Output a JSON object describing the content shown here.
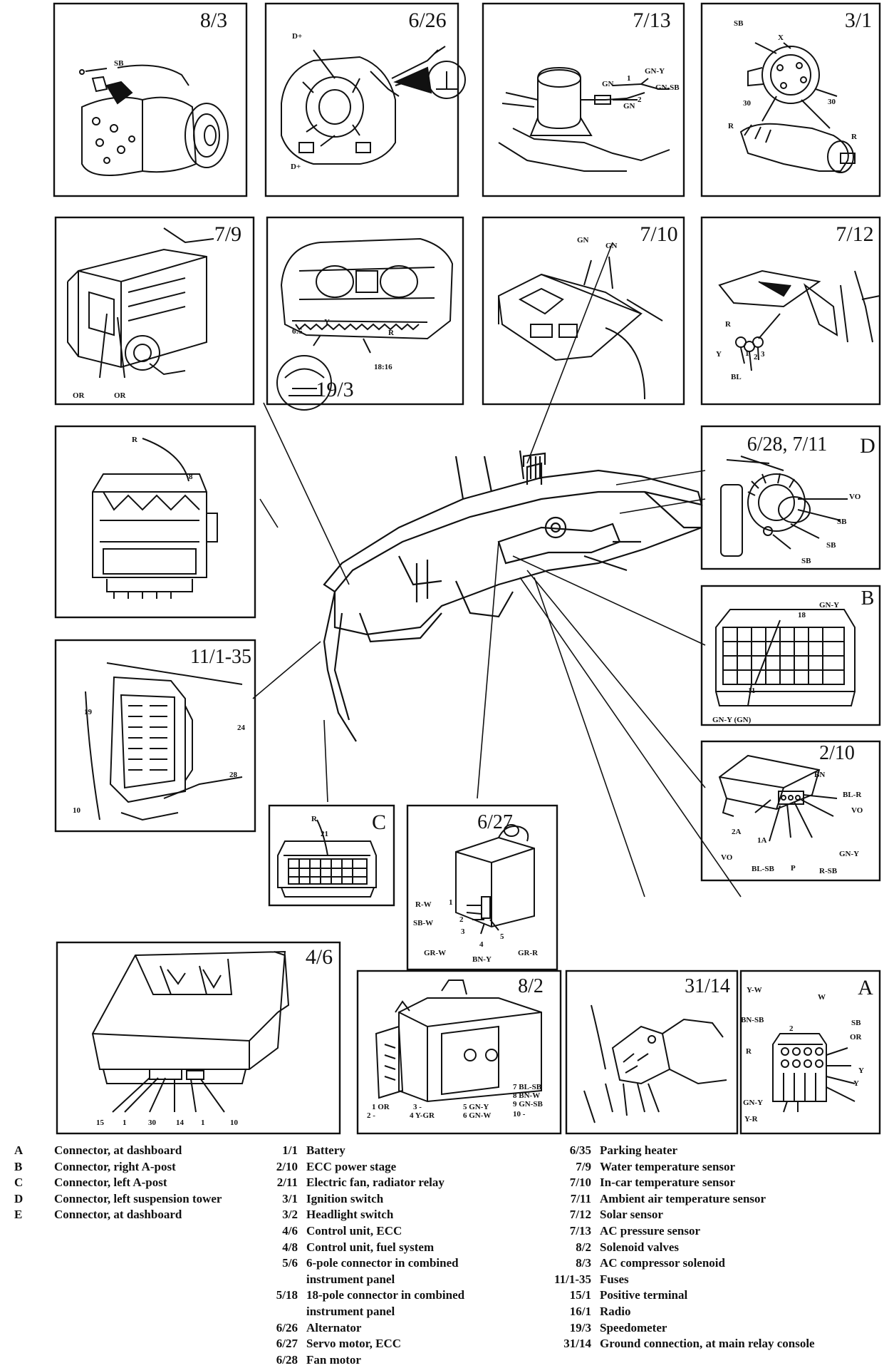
{
  "panels": [
    {
      "id": "8-3",
      "title": "8/3",
      "labels": [
        "SB"
      ]
    },
    {
      "id": "6-26",
      "title": "6/26",
      "labels": [
        "D+",
        "D+"
      ]
    },
    {
      "id": "7-13",
      "title": "7/13",
      "labels": [
        "GN-Y",
        "1",
        "GN",
        "GN-SB",
        "GN",
        "2"
      ]
    },
    {
      "id": "3-1",
      "title": "3/1",
      "labels": [
        "SB",
        "X",
        "30",
        "R",
        "30",
        "R"
      ]
    },
    {
      "id": "7-9",
      "title": "7/9",
      "labels": [
        "OR",
        "OR"
      ]
    },
    {
      "id": "19-3",
      "title": "19/3",
      "labels": [
        "6:5",
        "Y",
        "R",
        "18:16"
      ]
    },
    {
      "id": "7-10",
      "title": "7/10",
      "labels": [
        "GN",
        "GN"
      ]
    },
    {
      "id": "7-12",
      "title": "7/12",
      "labels": [
        "R",
        "Y",
        "BL",
        "1",
        "2",
        "3"
      ]
    },
    {
      "id": "D",
      "title": "D",
      "labels": [
        "R",
        "8"
      ]
    },
    {
      "id": "6-28",
      "title": "6/28, 7/11",
      "labels": [
        "VO",
        "SB",
        "SB",
        "SB"
      ]
    },
    {
      "id": "B",
      "title": "B",
      "labels": [
        "GN-Y",
        "18",
        "11",
        "GN-Y (GN)"
      ]
    },
    {
      "id": "11-1-35",
      "title": "11/1-35",
      "labels": [
        "19",
        "24",
        "28",
        "10"
      ]
    },
    {
      "id": "2-10",
      "title": "2/10",
      "labels": [
        "BN",
        "BL-R",
        "VO",
        "GN-Y",
        "R-SB",
        "P",
        "BL-SB",
        "VO",
        "1A",
        "2A"
      ]
    },
    {
      "id": "C",
      "title": "C",
      "labels": [
        "R",
        "21"
      ]
    },
    {
      "id": "6-27",
      "title": "6/27",
      "labels": [
        "R-W",
        "1",
        "SB-W",
        "2",
        "3",
        "GR-W",
        "4",
        "BN-Y",
        "5",
        "GR-R"
      ]
    },
    {
      "id": "4-6",
      "title": "4/6",
      "labels": [
        "15",
        "1",
        "30",
        "14",
        "1",
        "10"
      ]
    },
    {
      "id": "8-2",
      "title": "8/2",
      "labels": [
        "1 OR",
        "2 -",
        "3 -",
        "4 Y-GR",
        "5 GN-Y",
        "6 GN-W",
        "7 BL-SB",
        "8 BN-W",
        "9 GN-SB",
        "10 -"
      ]
    },
    {
      "id": "31-14",
      "title": "31/14",
      "labels": []
    },
    {
      "id": "A",
      "title": "A",
      "labels": [
        "Y-W",
        "W",
        "BN-SB",
        "2",
        "SB",
        "OR",
        "R",
        "Y",
        "Y",
        "GN-Y",
        "Y-R"
      ]
    }
  ],
  "legend_left": [
    {
      "code": "A",
      "desc": "Connector, at dashboard"
    },
    {
      "code": "B",
      "desc": "Connector, right A-post"
    },
    {
      "code": "C",
      "desc": "Connector, left A-post"
    },
    {
      "code": "D",
      "desc": "Connector, left suspension tower"
    },
    {
      "code": "E",
      "desc": "Connector, at dashboard"
    }
  ],
  "legend_mid": [
    {
      "code": "1/1",
      "desc": "Battery"
    },
    {
      "code": "2/10",
      "desc": "ECC power stage"
    },
    {
      "code": "2/11",
      "desc": "Electric fan, radiator relay"
    },
    {
      "code": "3/1",
      "desc": "Ignition switch"
    },
    {
      "code": "3/2",
      "desc": "Headlight switch"
    },
    {
      "code": "4/6",
      "desc": "Control unit, ECC"
    },
    {
      "code": "4/8",
      "desc": "Control unit, fuel system"
    },
    {
      "code": "5/6",
      "desc": "6-pole connector in combined instrument panel"
    },
    {
      "code": "5/18",
      "desc": "18-pole connector in combined instrument panel"
    },
    {
      "code": "6/26",
      "desc": "Alternator"
    },
    {
      "code": "6/27",
      "desc": "Servo motor, ECC"
    },
    {
      "code": "6/28",
      "desc": "Fan motor"
    }
  ],
  "legend_right": [
    {
      "code": "6/35",
      "desc": "Parking heater"
    },
    {
      "code": "7/9",
      "desc": "Water temperature sensor"
    },
    {
      "code": "7/10",
      "desc": "In-car temperature sensor"
    },
    {
      "code": "7/11",
      "desc": "Ambient air temperature sensor"
    },
    {
      "code": "7/12",
      "desc": "Solar sensor"
    },
    {
      "code": "7/13",
      "desc": "AC pressure sensor"
    },
    {
      "code": "8/2",
      "desc": "Solenoid valves"
    },
    {
      "code": "8/3",
      "desc": "AC compressor solenoid"
    },
    {
      "code": "11/1-35",
      "desc": "Fuses"
    },
    {
      "code": "15/1",
      "desc": "Positive terminal"
    },
    {
      "code": "16/1",
      "desc": "Radio"
    },
    {
      "code": "19/3",
      "desc": "Speedometer"
    },
    {
      "code": "31/14",
      "desc": "Ground connection, at main relay console"
    }
  ]
}
